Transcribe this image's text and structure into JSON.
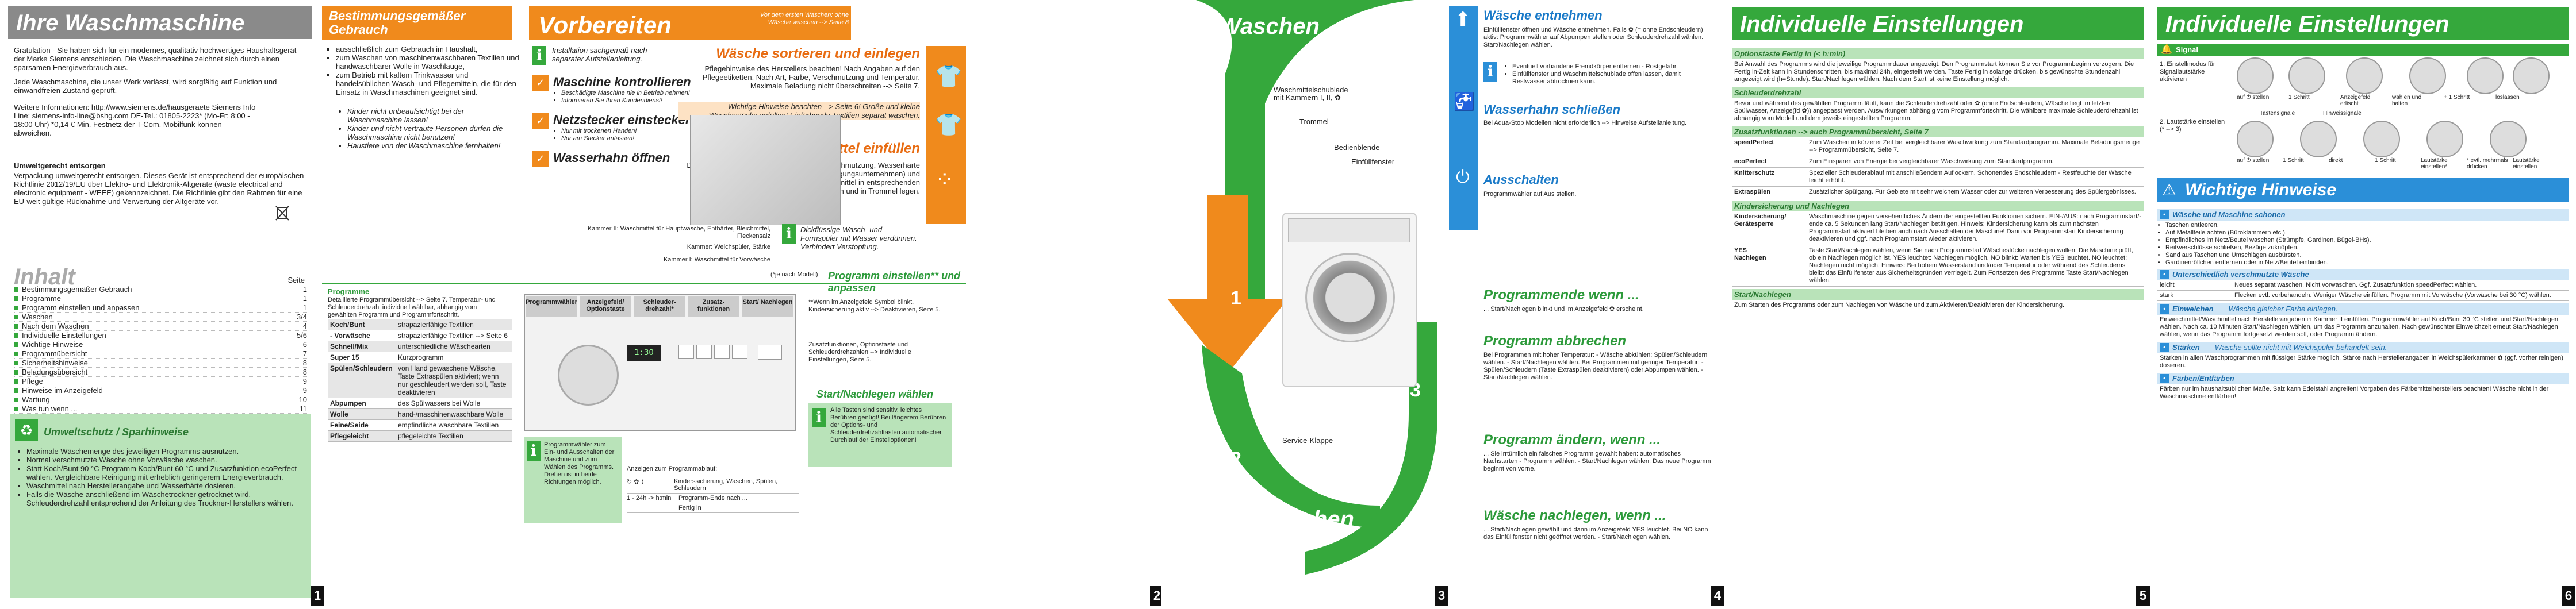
{
  "p1": {
    "title": "Ihre Waschmaschine",
    "intro": "Gratulation - Sie haben sich für ein modernes, qualitativ hochwertiges Haushaltsgerät der Marke Siemens entschieden. Die Waschmaschine zeichnet sich durch einen sparsamen Energieverbrauch aus.",
    "intro2": "Jede Waschmaschine, die unser Werk verlässt, wird sorgfältig auf Funktion und einwandfreien Zustand geprüft.",
    "contact": "Weitere Informationen: http://www.siemens.de/hausgeraete Siemens Info Line: siemens-info-line@bshg.com DE-Tel.: 01805-2223* (Mo-Fr: 8:00 - 18:00 Uhr) *0,14 € Min. Festnetz der T-Com. Mobilfunk können abweichen.",
    "env_title": "Umweltgerecht entsorgen",
    "env_text": "Verpackung umweltgerecht entsorgen. Dieses Gerät ist entsprechend der europäischen Richtlinie 2012/19/EU über Elektro- und Elektronik-Altgeräte (waste electrical and electronic equipment - WEEE) gekennzeichnet. Die Richtlinie gibt den Rahmen für eine EU-weit gültige Rücknahme und Verwertung der Altgeräte vor.",
    "toc_title": "Inhalt",
    "toc_page_label": "Seite",
    "toc": [
      {
        "label": "Bestimmungsgemäßer Gebrauch",
        "page": "1"
      },
      {
        "label": "Programme",
        "page": "1"
      },
      {
        "label": "Programm einstellen und anpassen",
        "page": "1"
      },
      {
        "label": "Waschen",
        "page": "3/4"
      },
      {
        "label": "Nach dem Waschen",
        "page": "4"
      },
      {
        "label": "Individuelle Einstellungen",
        "page": "5/6"
      },
      {
        "label": "Wichtige Hinweise",
        "page": "6"
      },
      {
        "label": "Programmübersicht",
        "page": "7"
      },
      {
        "label": "Sicherheitshinweise",
        "page": "8"
      },
      {
        "label": "Beladungsübersicht",
        "page": "8"
      },
      {
        "label": "Pflege",
        "page": "9"
      },
      {
        "label": "Hinweise im Anzeigefeld",
        "page": "9"
      },
      {
        "label": "Wartung",
        "page": "10"
      },
      {
        "label": "Was tun wenn ...",
        "page": "11"
      }
    ],
    "eco_title": "Umweltschutz / Sparhinweise",
    "eco_items": [
      "Maximale Wäschemenge des jeweiligen Programms ausnutzen.",
      "Normal verschmutzte Wäsche ohne Vorwäsche waschen.",
      "Statt Koch/Bunt 90 °C Programm Koch/Bunt 60 °C und Zusatzfunktion ecoPerfect wählen. Vergleichbare Reinigung mit erheblich geringerem Energieverbrauch.",
      "Waschmittel nach Herstellerangabe und Wasserhärte dosieren.",
      "Falls die Wäsche anschließend im Wäschetrockner getrocknet wird, Schleuderdrehzahl entsprechend der Anleitung des Trockner-Herstellers wählen."
    ],
    "page_num": "1"
  },
  "p2": {
    "use_title": "Bestimmungsgemäßer Gebrauch",
    "use_items": [
      "ausschließlich zum Gebrauch im Haushalt,",
      "zum Waschen von maschinenwaschbaren Textilien und handwaschbarer Wolle in Waschlauge,",
      "zum Betrieb mit kaltem Trinkwasser und handelsüblichen Wasch- und Pflegemitteln, die für den Einsatz in Waschmaschinen geeignet sind."
    ],
    "use_warnings": [
      "Kinder nicht unbeaufsichtigt bei der Waschmaschine lassen!",
      "Kinder und nicht-vertraute Personen dürfen die Waschmaschine nicht benutzen!",
      "Haustiere von der Waschmaschine fernhalten!"
    ],
    "prep_title": "Vorbereiten",
    "prep_sub": "Vor dem ersten Waschen: ohne Wäsche waschen --> Seite 8",
    "prep_note": "Installation sachgemäß nach separater Aufstellanleitung.",
    "steps": [
      {
        "title": "Maschine kontrollieren",
        "items": [
          "Beschädigte Maschine nie in Betrieb nehmen!",
          "Informieren Sie Ihren Kundendienst!"
        ]
      },
      {
        "title": "Netzstecker einstecken",
        "items": [
          "Nur mit trockenen Händen!",
          "Nur am Stecker anfassen!"
        ]
      },
      {
        "title": "Wasserhahn öffnen",
        "items": []
      }
    ],
    "sort_title": "Wäsche sortieren und einlegen",
    "sort_text": "Pflegehinweise des Herstellers beachten! Nach Angaben auf den Pflegeetiketten. Nach Art, Farbe, Verschmutzung und Temperatur. Maximale Beladung nicht überschreiten --> Seite 7.",
    "sort_text2": "Wichtige Hinweise beachten --> Seite 6! Große und kleine Wäschestücke anfüllen! Einfärbende Textilien separat waschen.",
    "dose_title": "Wasch- und Pflegemittel einfüllen",
    "dose_text": "Dosieren entsprechend: Wäschemenge, Verschmutzung, Wasserhärte (zu erfahren bei Ihrem Wasserversorgungsunternehmen) und Herstellerangaben. Flüssigwaschmittel in entsprechenden Dosierbehälter füllen und in Trommel legen.",
    "chamber2": "Kammer II: Waschmittel für Hauptwäsche, Enthärter, Bleichmittel, Fleckensalz",
    "chamber_mid": "Kammer: Weichspüler, Stärke",
    "chamber1": "Kammer I: Waschmittel für Vorwäsche",
    "dose_note": "Dickflüssige Wasch- und Formspüler mit Wasser verdünnen. Verhindert Verstopfung.",
    "model_note": "(*je nach Modell)",
    "set_title": "Programm einstellen** und anpassen",
    "prog_head": "Programme",
    "prog_sub": "Detaillierte Programmübersicht --> Seite 7. Temperatur- und Schleuderdrehzahl individuell wählbar, abhängig vom gewählten Programm und Programmfortschritt.",
    "programs": [
      {
        "name": "Koch/Bunt",
        "desc": "strapazierfähige Textilien"
      },
      {
        "name": "- Vorwäsche",
        "desc": "strapazierfähige Textilien --> Seite 6"
      },
      {
        "name": "Schnell/Mix",
        "desc": "unterschiedliche Wäschearten"
      },
      {
        "name": "Super 15",
        "desc": "Kurzprogramm"
      },
      {
        "name": "Spülen/Schleudern",
        "desc": "von Hand gewaschene Wäsche, Taste Extraspülen aktiviert; wenn nur geschleudert werden soll, Taste deaktivieren"
      },
      {
        "name": "Abpumpen",
        "desc": "des Spülwassers bei Wolle"
      },
      {
        "name": "Wolle",
        "desc": "hand-/maschinenwaschbare Wolle"
      },
      {
        "name": "Feine/Seide",
        "desc": "empfindliche waschbare Textilien"
      },
      {
        "name": "Pflegeleicht",
        "desc": "pflegeleichte Textilien"
      }
    ],
    "panel_labels": [
      "Programmwähler",
      "Anzeigefeld/ Optionstaste",
      "Schleuder-drehzahl*",
      "Zusatz-funktionen",
      "Start/ Nachlegen"
    ],
    "fn_note": "**Wenn im Anzeigefeld Symbol  blinkt, Kindersicherung aktiv --> Deaktivieren, Seite 5.",
    "fn_note2": "Zusatzfunktionen, Optionstaste und Schleuderdrehzahlen --> Individuelle Einstellungen, Seite 5.",
    "start_title": "Start/Nachlegen wählen",
    "start_note": "Alle Tasten sind sensitiv, leichtes Berühren genügt! Bei längerem Berühren der Options- und Schleuderdrehzahltasten automatischer Durchlauf der Einstelloptionen!",
    "info_box": "Programmwähler zum Ein- und Ausschalten der Maschine und zum Wählen des Programms. Drehen ist in beide Richtungen möglich.",
    "display_head": "Anzeigen zum Programmablauf:",
    "display_rows": [
      {
        "sym": "↻ ✿ ⌇",
        "desc": "Kinderssicherung, Waschen, Spülen, Schleudern"
      },
      {
        "sym": "1 - 24h  -> h:min",
        "desc": "Programm-Ende nach ..."
      },
      {
        "sym": "",
        "desc": "Fertig in"
      }
    ],
    "page_num": "2"
  },
  "p3": {
    "wash_top": "Waschen",
    "wash_bottom": "Waschen",
    "labels": [
      "Waschmittelschublade mit Kammern I, II, ✿",
      "Trommel",
      "Bedienblende",
      "Einfüllfenster",
      "Service-Klappe"
    ],
    "arrow_nums": [
      "1",
      "2",
      "3"
    ],
    "page_num": "3"
  },
  "p4": {
    "remove_title": "Wäsche entnehmen",
    "remove_text": "Einfüllfenster öffnen und Wäsche entnehmen. Falls ✿ (= ohne Endschleudern) aktiv: Programmwähler auf Abpumpen stellen oder Schleuderdrehzahl wählen. Start/Nachlegen wählen.",
    "remove_notes": [
      "Eventuell vorhandene Fremdkörper entfernen - Rostgefahr.",
      "Einfüllfenster und Waschmittelschublade offen lassen, damit Restwasser abtrocknen kann."
    ],
    "tap_title": "Wasserhahn schließen",
    "tap_text": "Bei Aqua-Stop Modellen nicht erforderlich --> Hinweise Aufstellanleitung.",
    "off_title": "Ausschalten",
    "off_text": "Programmwähler auf Aus stellen.",
    "end_title": "Programmende wenn ...",
    "end_text": "... Start/Nachlegen blinkt und im Anzeigefeld ✿ erscheint.",
    "cancel_title": "Programm abbrechen",
    "cancel_text": "Bei Programmen mit hoher Temperatur: - Wäsche abkühlen: Spülen/Schleudern wählen. - Start/Nachlegen wählen. Bei Programmen mit geringer Temperatur: - Spülen/Schleudern (Taste Extraspülen deaktivieren) oder Abpumpen wählen. - Start/Nachlegen wählen.",
    "change_title": "Programm ändern, wenn ...",
    "change_text": "... Sie irrtümlich ein falsches Programm gewählt haben: automatisches Nachstarten - Programm wählen. - Start/Nachlegen wählen. Das neue Programm beginnt von vorne.",
    "add_title": "Wäsche nachlegen, wenn ...",
    "add_text": "... Start/Nachlegen gewählt und dann im Anzeigefeld YES leuchtet. Bei NO kann das Einfüllfenster nicht geöffnet werden. - Start/Nachlegen wählen.",
    "page_num": "4"
  },
  "p5": {
    "title": "Individuelle Einstellungen",
    "rows": [
      {
        "head": "Optionstaste Fertig in (< h:min)",
        "text": "Bei Anwahl des Programms wird die jeweilige Programmdauer angezeigt. Den Programmstart können Sie vor Programmbeginn verzögern. Die Fertig in-Zeit kann in Stundenschritten, bis maximal 24h, eingestellt werden. Taste Fertig in solange drücken, bis gewünschte Stundenzahl angezeigt wird (h=Stunde). Start/Nachlegen wählen. Nach dem Start ist keine Einstellung möglich."
      },
      {
        "head": "Schleuderdrehzahl",
        "text": "Bevor und während des gewählten Programm läuft, kann die Schleuderdrehzahl oder ✿ (ohne Endschleudern, Wäsche liegt im letzten Spülwasser, Anzeige(fd ✿)) angepasst werden. Auswirkungen abhängig vom Programmfortschritt. Die wählbare maximale Schleuderdrehzahl ist abhängig vom Modell und dem jeweils eingestellten Programm."
      },
      {
        "head": "Zusatzfunktionen --> auch Programmübersicht, Seite 7",
        "text": ""
      }
    ],
    "functions": [
      {
        "name": "speedPerfect",
        "desc": "Zum Waschen in kürzerer Zeit bei vergleichbarer Waschwirkung zum Standardprogramm. Maximale Beladungsmenge --> Programmübersicht, Seite 7."
      },
      {
        "name": "ecoPerfect",
        "desc": "Zum Einsparen von Energie bei vergleichbarer Waschwirkung zum Standardprogramm."
      },
      {
        "name": "Knitterschutz",
        "desc": "Spezieller Schleuderablauf mit anschließendem Auflockern. Schonendes Endschleudern - Restfeuchte der Wäsche leicht erhöht."
      },
      {
        "name": "Extraspülen",
        "desc": "Zusätzlicher Spülgang. Für Gebiete mit sehr weichem Wasser oder zur weiteren Verbesserung des Spülergebnisses."
      }
    ],
    "lock_head": "Kindersicherung und Nachlegen",
    "lock_name": "Kindersicherung/ Gerätesperre",
    "lock_text": "Waschmaschine gegen versehentliches Ändern der eingestellten Funktionen sichern. EIN-/AUS: nach Programmstart/-ende ca. 5 Sekunden lang Start/Nachlegen betätigen. Hinweis: Kindersicherung kann bis zum nächsten Programmstart aktiviert bleiben auch nach Ausschalten der Maschine! Dann vor Programmstart Kindersicherung deaktivieren und ggf. nach Programmstart wieder aktivieren.",
    "yes_name": "YES",
    "add_name": "Nachlegen",
    "add_text": "Taste Start/Nachlegen wählen, wenn Sie nach Programmstart Wäschestücke nachlegen wollen. Die Maschine prüft, ob ein Nachlegen möglich ist. YES leuchtet: Nachlegen möglich. NO blinkt: Warten bis YES leuchtet. NO leuchtet: Nachlegen nicht möglich. Hinweis: Bei hohem Wasserstand und/oder Temperatur oder während des Schleuderns bleibt das Einfüllfenster aus Sicherheitsgründen verriegelt. Zum Fortsetzen des Programms Taste Start/Nachlegen wählen.",
    "start_head": "Start/Nachlegen",
    "start_text": "Zum Starten des Programms oder zum Nachlegen von Wäsche und zum Aktivieren/Deaktivieren der Kindersicherung.",
    "page_num": "5"
  },
  "p6": {
    "title": "Individuelle Einstellungen",
    "signal_head": "Signal",
    "signal_steps": [
      "1. Einstellmodus für Signallautstärke aktivieren",
      "2. Lautstärke einstellen (* --> 3)"
    ],
    "signal_labels": [
      "auf ⏻ stellen",
      "1 Schritt",
      "Anzeigefeld erlischt",
      "wählen und halten",
      "+ 1 Schritt",
      "loslassen",
      "Tastensignale",
      "Hinweissignale",
      "auf ⏻ stellen",
      "1 Schritt",
      "direkt",
      "1 Schritt",
      "Lautstärke einstellen*",
      "* evtl. mehrmals drücken",
      "Lautstärke einstellen"
    ],
    "hints_title": "Wichtige Hinweise",
    "care_head": "Wäsche und Maschine schonen",
    "care_items": [
      "Taschen entleeren.",
      "Auf Metallteile achten (Büroklammern etc.).",
      "Empfindliches im Netz/Beutel waschen (Strümpfe, Gardinen, Bügel-BHs).",
      "Reißverschlüsse schließen, Bezüge zuknöpfen.",
      "Sand aus Taschen und Umschlägen ausbürsten.",
      "Gardinenröllchen entfernen oder in Netz/Beutel einbinden."
    ],
    "dirt_head": "Unterschiedlich verschmutzte Wäsche",
    "dirt_rows": [
      {
        "name": "leicht",
        "desc": "Neues separat waschen. Nicht vorwaschen. Ggf. Zusatzfunktion speedPerfect wählen."
      },
      {
        "name": "stark",
        "desc": "Flecken evtl. vorbehandeln. Weniger Wäsche einfüllen. Programm mit Vorwäsche (Vorwäsche bei 30 °C) wählen."
      }
    ],
    "soak_head": "Einweichen",
    "soak_aside": "Wäsche gleicher Farbe einlegen.",
    "soak_text": "Einweichmittel/Waschmittel nach Herstellerangaben in Kammer II einfüllen. Programmwähler auf Koch/Bunt 30 °C stellen und Start/Nachlegen wählen. Nach ca. 10 Minuten Start/Nachlegen wählen, um das Programm anzuhalten. Nach gewünschter Einweichzeit erneut Start/Nachlegen wählen, wenn das Programm fortgesetzt werden soll, oder Programm ändern.",
    "starch_head": "Stärken",
    "starch_aside": "Wäsche sollte nicht mit Weichspüler behandelt sein.",
    "starch_text": "Stärken in allen Waschprogrammen mit flüssiger Stärke möglich. Stärke nach Herstellerangaben in Weichspülerkammer ✿ (ggf. vorher reinigen) dosieren.",
    "dye_head": "Färben/Entfärben",
    "dye_text": "Färben nur im haushaltsüblichen Maße. Salz kann Edelstahl angreifen! Vorgaben des Färbemittelherstellers beachten! Wäsche nicht in der Waschmaschine entfärben!",
    "page_num": "6"
  }
}
